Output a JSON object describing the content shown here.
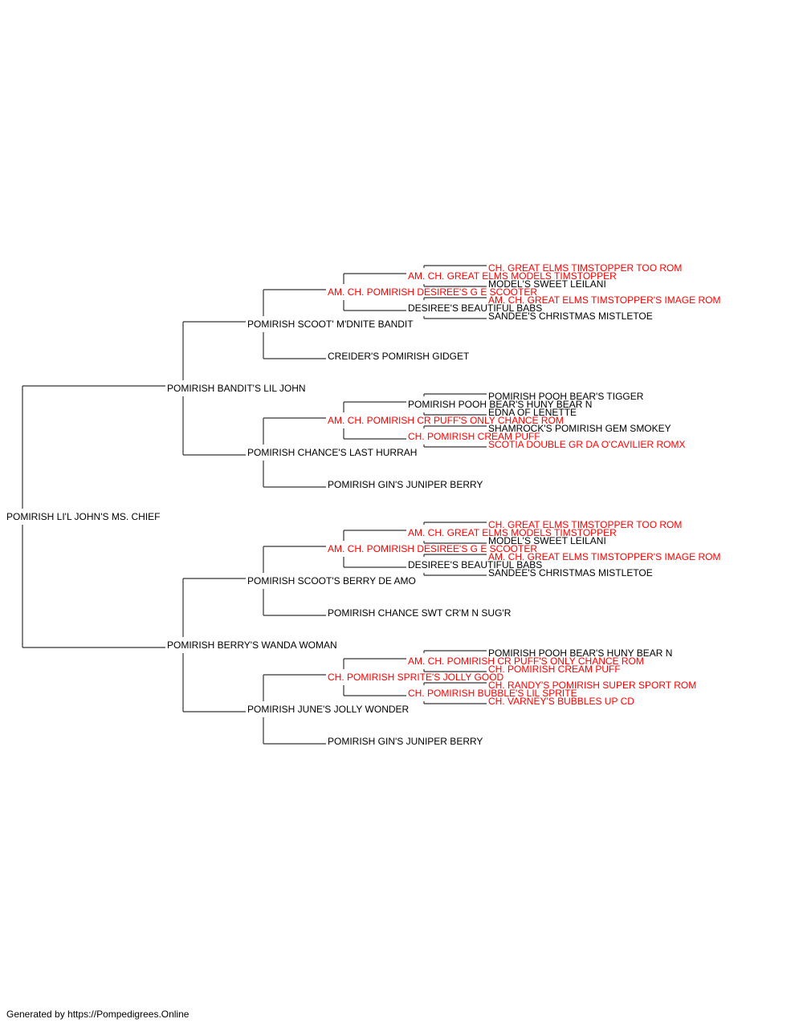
{
  "colors": {
    "line": "#333333",
    "normal": "#000000",
    "champion": "#ff0000"
  },
  "pedigree": {
    "name": "POMIRISH LI'L JOHN'S MS. CHIEF",
    "sire": {
      "name": "POMIRISH BANDIT'S LIL JOHN",
      "sire": {
        "name": "POMIRISH SCOOT' M'DNITE BANDIT",
        "sire": {
          "name": "AM. CH. POMIRISH DESIREE'S G E SCOOTER",
          "champion": true,
          "sire": {
            "name": "AM. CH. GREAT ELMS MODELS TIMSTOPPER",
            "champion": true,
            "sire": {
              "name": "CH. GREAT ELMS TIMSTOPPER TOO ROM",
              "champion": true
            },
            "dam": {
              "name": "MODEL'S SWEET LEILANI"
            }
          },
          "dam": {
            "name": "DESIREE'S BEAUTIFUL BABS",
            "sire": {
              "name": "AM. CH. GREAT ELMS TIMSTOPPER'S IMAGE ROM",
              "champion": true
            },
            "dam": {
              "name": "SANDEE'S CHRISTMAS MISTLETOE"
            }
          }
        },
        "dam": {
          "name": "CREIDER'S POMIRISH GIDGET"
        }
      },
      "dam": {
        "name": "POMIRISH CHANCE'S LAST HURRAH",
        "sire": {
          "name": "AM. CH. POMIRISH CR PUFF'S ONLY CHANCE ROM",
          "champion": true,
          "sire": {
            "name": "POMIRISH POOH BEAR'S HUNY BEAR N",
            "sire": {
              "name": "POMIRISH POOH BEAR'S TIGGER"
            },
            "dam": {
              "name": "EDNA OF LENETTE"
            }
          },
          "dam": {
            "name": "CH. POMIRISH CREAM PUFF",
            "champion": true,
            "sire": {
              "name": "SHAMROCK'S POMIRISH GEM SMOKEY"
            },
            "dam": {
              "name": "SCOTIA DOUBLE GR DA O'CAVILIER ROMX",
              "champion": true
            }
          }
        },
        "dam": {
          "name": "POMIRISH GIN'S JUNIPER BERRY"
        }
      }
    },
    "dam": {
      "name": "POMIRISH BERRY'S WANDA WOMAN",
      "sire": {
        "name": "POMIRISH SCOOT'S BERRY DE AMO",
        "sire": {
          "name": "AM. CH. POMIRISH DESIREE'S G E SCOOTER",
          "champion": true,
          "sire": {
            "name": "AM. CH. GREAT ELMS MODELS TIMSTOPPER",
            "champion": true,
            "sire": {
              "name": "CH. GREAT ELMS TIMSTOPPER TOO ROM",
              "champion": true
            },
            "dam": {
              "name": "MODEL'S SWEET LEILANI"
            }
          },
          "dam": {
            "name": "DESIREE'S BEAUTIFUL BABS",
            "sire": {
              "name": "AM. CH. GREAT ELMS TIMSTOPPER'S IMAGE ROM",
              "champion": true
            },
            "dam": {
              "name": "SANDEE'S CHRISTMAS MISTLETOE"
            }
          }
        },
        "dam": {
          "name": "POMIRISH CHANCE SWT CR'M N SUG'R"
        }
      },
      "dam": {
        "name": "POMIRISH JUNE'S JOLLY WONDER",
        "sire": {
          "name": "CH. POMIRISH SPRITE'S JOLLY GOOD",
          "champion": true,
          "sire": {
            "name": "AM. CH. POMIRISH CR PUFF'S ONLY CHANCE ROM",
            "champion": true,
            "sire": {
              "name": "POMIRISH POOH BEAR'S HUNY BEAR N"
            },
            "dam": {
              "name": "CH. POMIRISH CREAM PUFF",
              "champion": true
            }
          },
          "dam": {
            "name": "CH. POMIRISH BUBBLE'S LIL SPRITE",
            "champion": true,
            "sire": {
              "name": "CH. RANDY'S POMIRISH SUPER SPORT ROM",
              "champion": true
            },
            "dam": {
              "name": "CH. VARNEY'S BUBBLES UP CD",
              "champion": true
            }
          }
        },
        "dam": {
          "name": "POMIRISH GIN'S JUNIPER BERRY"
        }
      }
    }
  },
  "footer": {
    "text": "Generated by https://Pompedigrees.Online"
  }
}
